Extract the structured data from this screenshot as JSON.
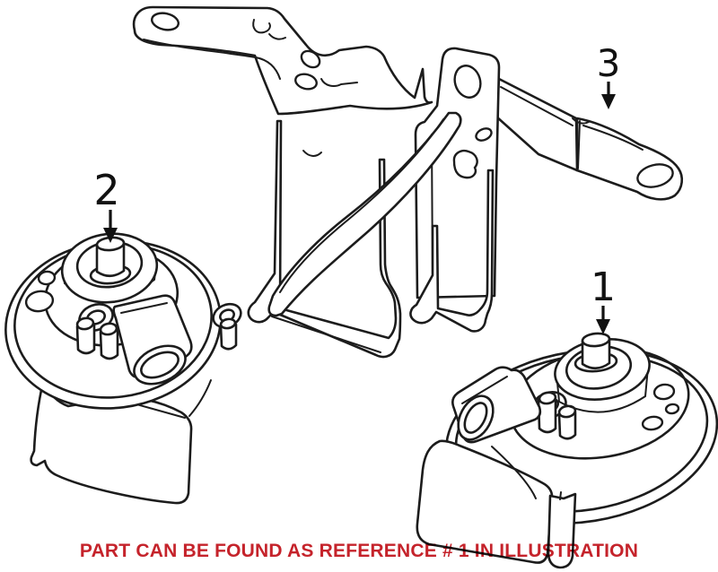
{
  "illustration": {
    "background": "#ffffff",
    "line_color": "#1c1c1c",
    "caption": "PART CAN BE FOUND AS REFERENCE # 1 IN ILLUSTRATION",
    "caption_color": "#c5232b",
    "labels": {
      "ref1": "1",
      "ref2": "2",
      "ref3": "3"
    }
  }
}
